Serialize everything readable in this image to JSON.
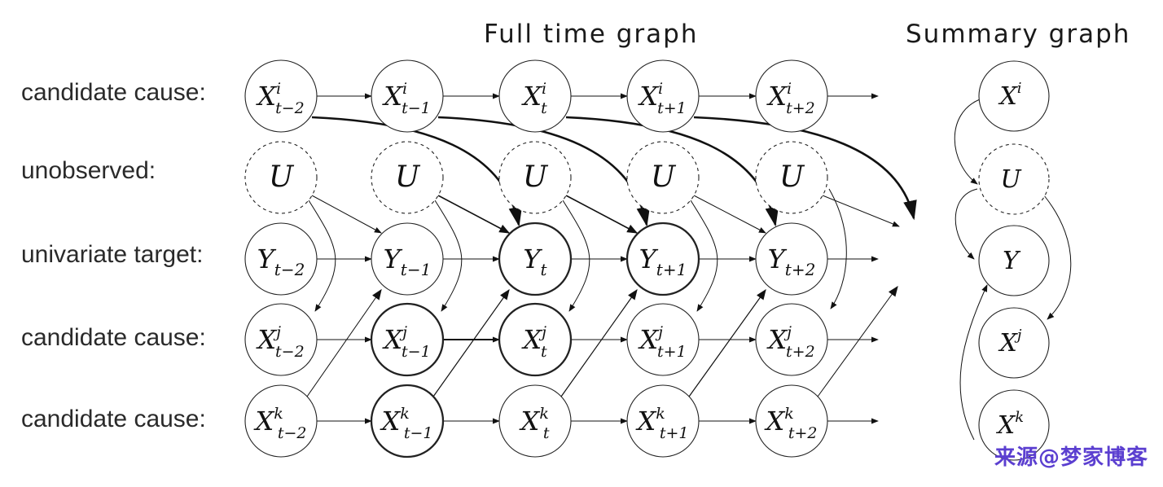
{
  "titles": {
    "full_time_graph": "Full time graph",
    "summary_graph": "Summary graph"
  },
  "row_labels": [
    "candidate cause:",
    "unobserved:",
    "univariate target:",
    "candidate cause:",
    "candidate cause:"
  ],
  "time_indices": [
    "t−2",
    "t−1",
    "t",
    "t+1",
    "t+2"
  ],
  "rows": [
    {
      "key": "Xi",
      "base": "X",
      "sup": "i"
    },
    {
      "key": "U",
      "base": "U",
      "sup": ""
    },
    {
      "key": "Y",
      "base": "Y",
      "sup": ""
    },
    {
      "key": "Xj",
      "base": "X",
      "sup": "j"
    },
    {
      "key": "Xk",
      "base": "X",
      "sup": "k"
    }
  ],
  "summary_nodes": [
    {
      "key": "Xi",
      "base": "X",
      "sup": "i"
    },
    {
      "key": "U",
      "base": "U",
      "sup": ""
    },
    {
      "key": "Y",
      "base": "Y",
      "sup": ""
    },
    {
      "key": "Xj",
      "base": "X",
      "sup": "j"
    },
    {
      "key": "Xk",
      "base": "X",
      "sup": "k"
    }
  ],
  "watermark": "来源@梦家博客"
}
